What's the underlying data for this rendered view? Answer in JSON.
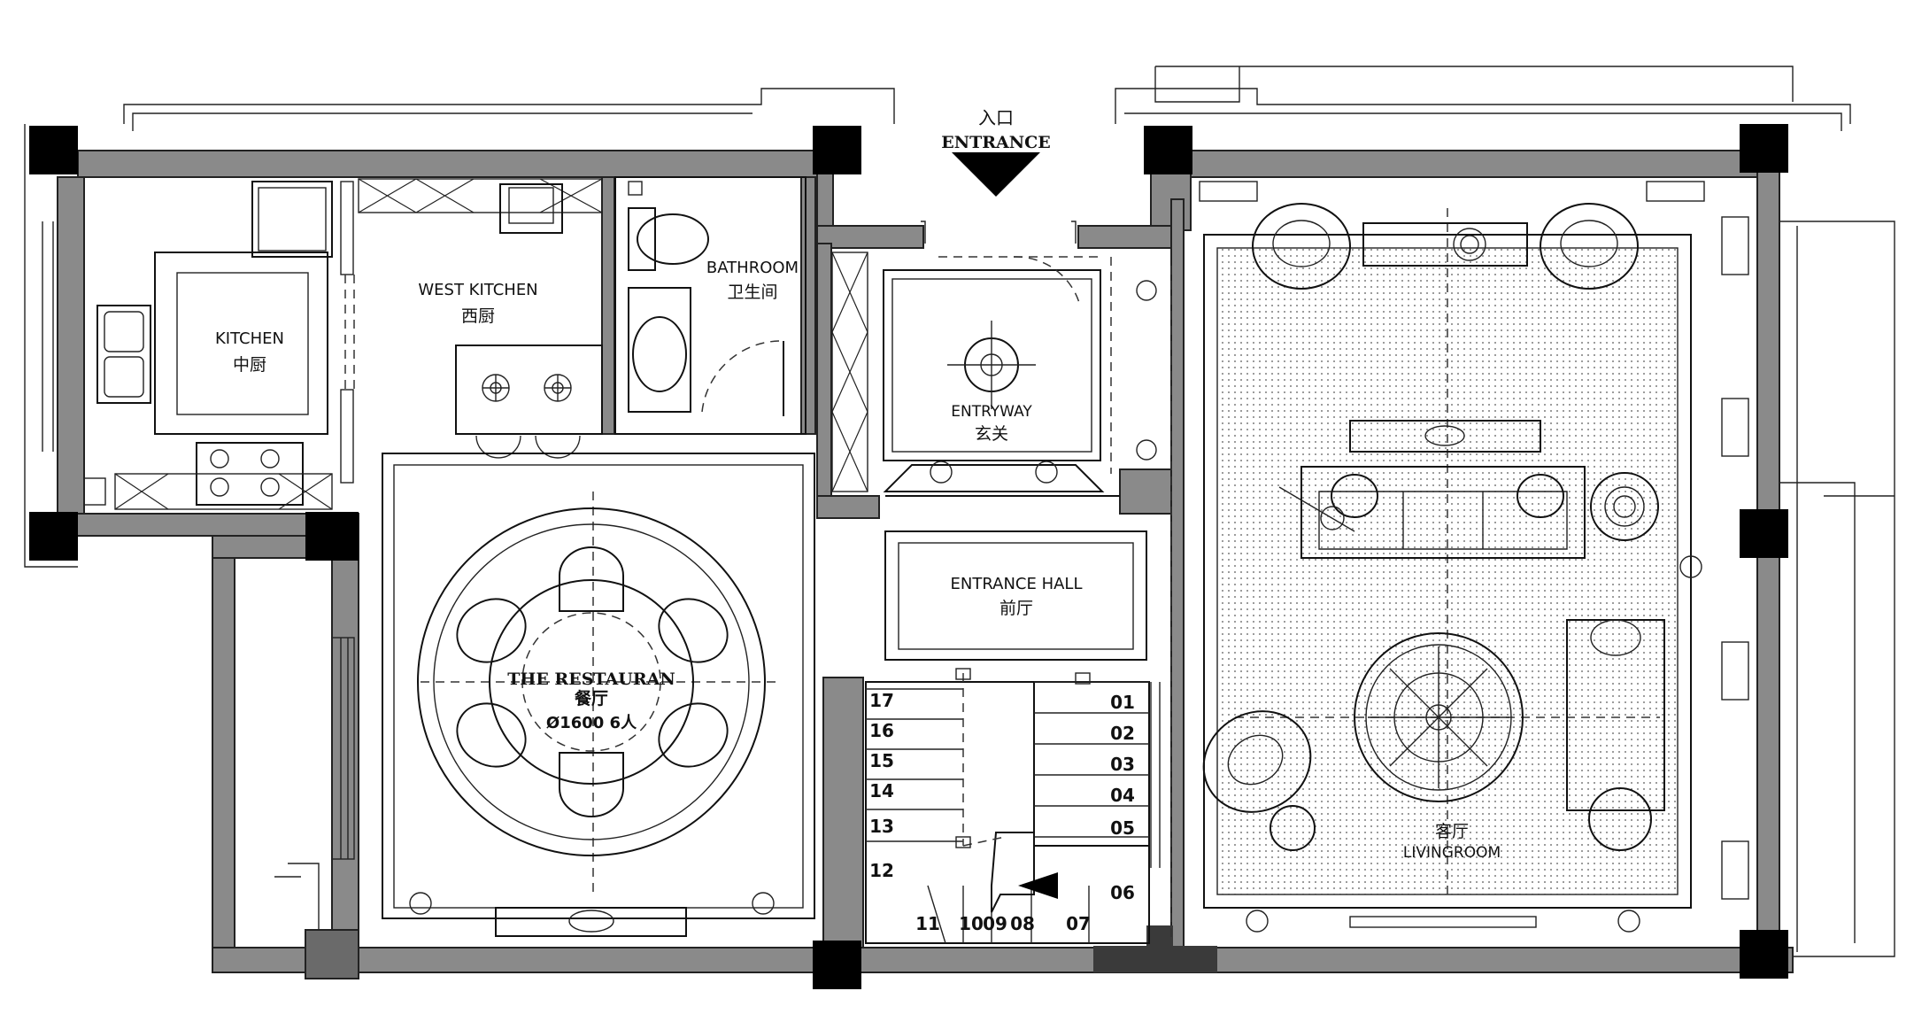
{
  "rooms": {
    "entrance": {
      "zh": "入口",
      "en": "ENTRANCE"
    },
    "kitchen": {
      "en": "KITCHEN",
      "zh": "中厨"
    },
    "west_kitchen": {
      "en": "WEST KITCHEN",
      "zh": "西厨"
    },
    "bathroom": {
      "en": "BATHROOM",
      "zh": "卫生间"
    },
    "entryway": {
      "en": "ENTRYWAY",
      "zh": "玄关"
    },
    "entrance_hall": {
      "en": "ENTRANCE HALL",
      "zh": "前厅"
    },
    "restaurant": {
      "en": "THE RESTAURAN",
      "zh": "餐厅",
      "spec": "Ø1600 6人"
    },
    "living": {
      "zh": "客厅",
      "en": "LIVINGROOM"
    }
  },
  "stairs": {
    "right_flight": [
      "01",
      "02",
      "03",
      "04",
      "05",
      "06"
    ],
    "bottom_run": [
      "07",
      "08",
      "09",
      "10",
      "11"
    ],
    "left_flight": [
      "12",
      "13",
      "14",
      "15",
      "16",
      "17"
    ]
  },
  "colors": {
    "wall": "#8a8a8a",
    "column": "#000000",
    "line": "#111111"
  }
}
